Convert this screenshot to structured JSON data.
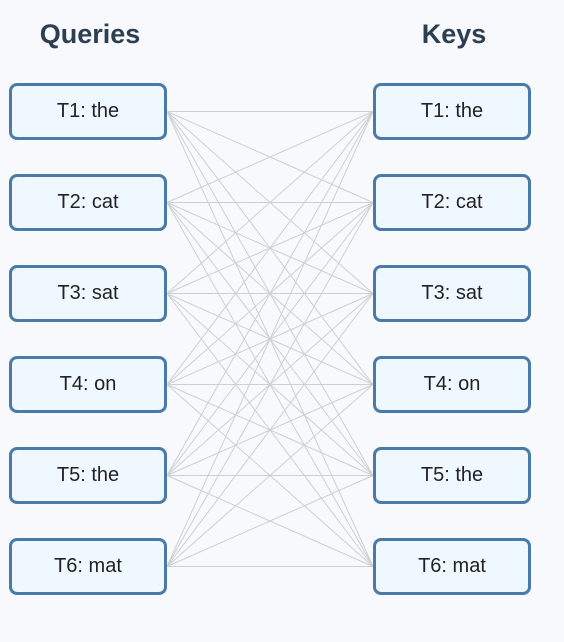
{
  "headers": {
    "queries": "Queries",
    "keys": "Keys"
  },
  "queries": [
    {
      "label": "T1: the"
    },
    {
      "label": "T2: cat"
    },
    {
      "label": "T3: sat"
    },
    {
      "label": "T4: on"
    },
    {
      "label": "T5: the"
    },
    {
      "label": "T6: mat"
    }
  ],
  "keys": [
    {
      "label": "T1: the"
    },
    {
      "label": "T2: cat"
    },
    {
      "label": "T3: sat"
    },
    {
      "label": "T4: on"
    },
    {
      "label": "T5: the"
    },
    {
      "label": "T6: mat"
    }
  ],
  "connections": "all-to-all",
  "colors": {
    "box_fill": "#f0f8ff",
    "box_border": "#4a7aa7",
    "line": "#cfcfcf",
    "title": "#2c3e50",
    "background": "#f7f9fc"
  }
}
